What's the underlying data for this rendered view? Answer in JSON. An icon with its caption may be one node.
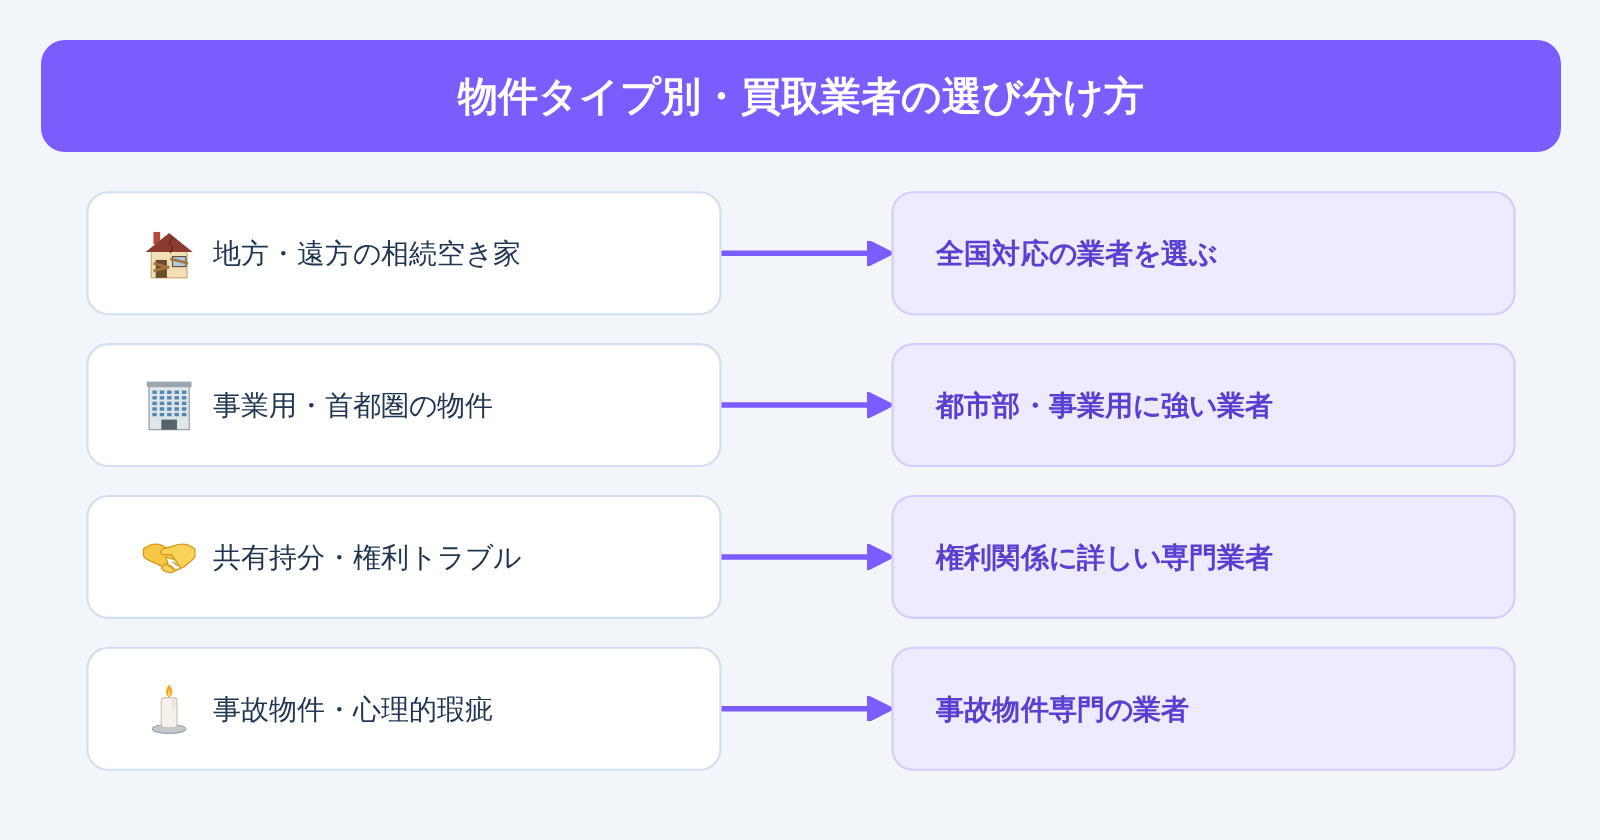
{
  "diagram": {
    "title": "物件タイプ別・買取業者の選び分け方",
    "nodes": [
      {
        "text": [
          "地方・遠方の相続空き家"
        ]
      },
      {
        "text": [
          "全国対応の業者を選ぶ"
        ]
      },
      {
        "text": [
          "事業用・首都圏の物件"
        ]
      },
      {
        "text": [
          "都市部・事業用に強い業者"
        ]
      },
      {
        "text": [
          "共有持分・権利トラブル"
        ]
      },
      {
        "text": [
          "権利関係に詳しい専門業者"
        ]
      },
      {
        "text": [
          "事故物件・心理的瑕疵"
        ]
      },
      {
        "text": [
          "事故物件専門の業者"
        ]
      }
    ],
    "edges": [
      {
        "from": 0,
        "to": 1,
        "arrow": "to"
      },
      {
        "from": 2,
        "to": 3,
        "arrow": "to"
      },
      {
        "from": 4,
        "to": 5,
        "arrow": "to"
      },
      {
        "from": 6,
        "to": 7,
        "arrow": "to"
      }
    ]
  }
}
